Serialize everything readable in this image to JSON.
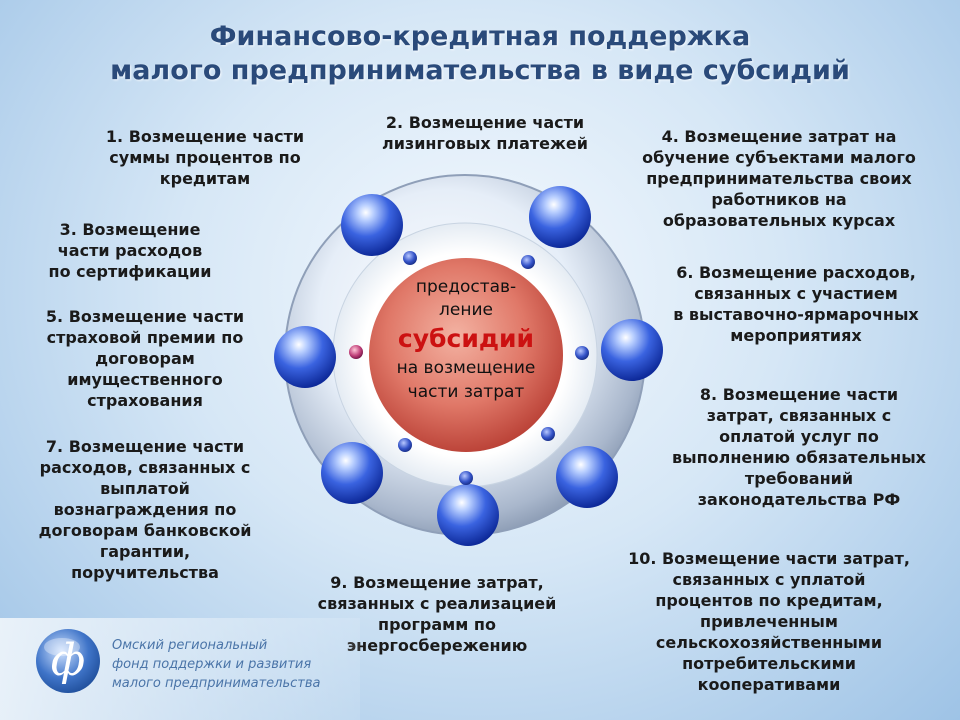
{
  "title": {
    "line1": "Финансово-кредитная поддержка",
    "line2": "малого предпринимательства в виде субсидий"
  },
  "center": {
    "line1": "предостав-",
    "line2": "ление",
    "line3": "субсидий",
    "line4": "на возмещение",
    "line5": "части затрат"
  },
  "items": [
    {
      "num": "1.",
      "lines": [
        "Возмещение части",
        "суммы процентов по",
        "кредитам"
      ]
    },
    {
      "num": "2.",
      "lines": [
        "Возмещение части",
        "лизинговых платежей"
      ]
    },
    {
      "num": "3.",
      "lines": [
        "Возмещение",
        "части расходов",
        "по сертификации"
      ]
    },
    {
      "num": "4.",
      "lines": [
        "Возмещение затрат на",
        "обучение субъектами малого",
        "предпринимательства своих",
        "работников на",
        "образовательных курсах"
      ]
    },
    {
      "num": "5.",
      "lines": [
        "Возмещение части",
        "страховой премии по",
        "договорам",
        "имущественного",
        "страхования"
      ]
    },
    {
      "num": "6.",
      "lines": [
        "Возмещение расходов,",
        "связанных с участием",
        "в выставочно-ярмарочных",
        "мероприятиях"
      ]
    },
    {
      "num": "7.",
      "lines": [
        "Возмещение части",
        "расходов, связанных с",
        "выплатой",
        "вознаграждения по",
        "договорам банковской",
        "гарантии,",
        "поручительства"
      ]
    },
    {
      "num": "8.",
      "lines": [
        "Возмещение части",
        "затрат, связанных с",
        "оплатой услуг по",
        "выполнению обязательных",
        "требований",
        "законодательства РФ"
      ]
    },
    {
      "num": "9.",
      "lines": [
        "Возмещение затрат,",
        "связанных с реализацией",
        "программ по",
        "энергосбережению"
      ]
    },
    {
      "num": "10.",
      "lines": [
        "Возмещение части затрат,",
        "связанных с уплатой",
        "процентов по кредитам,",
        "привлеченным",
        "сельскохозяйственными",
        "потребительскими",
        "кооперативами"
      ]
    }
  ],
  "logo": {
    "symbol": "ф",
    "text": "Омский региональный\nфонд поддержки и развития\nмалого предпринимательства"
  },
  "colors": {
    "title": "#2a4a7a",
    "center_highlight": "#cc1111",
    "sphere": "#2f57d6"
  }
}
